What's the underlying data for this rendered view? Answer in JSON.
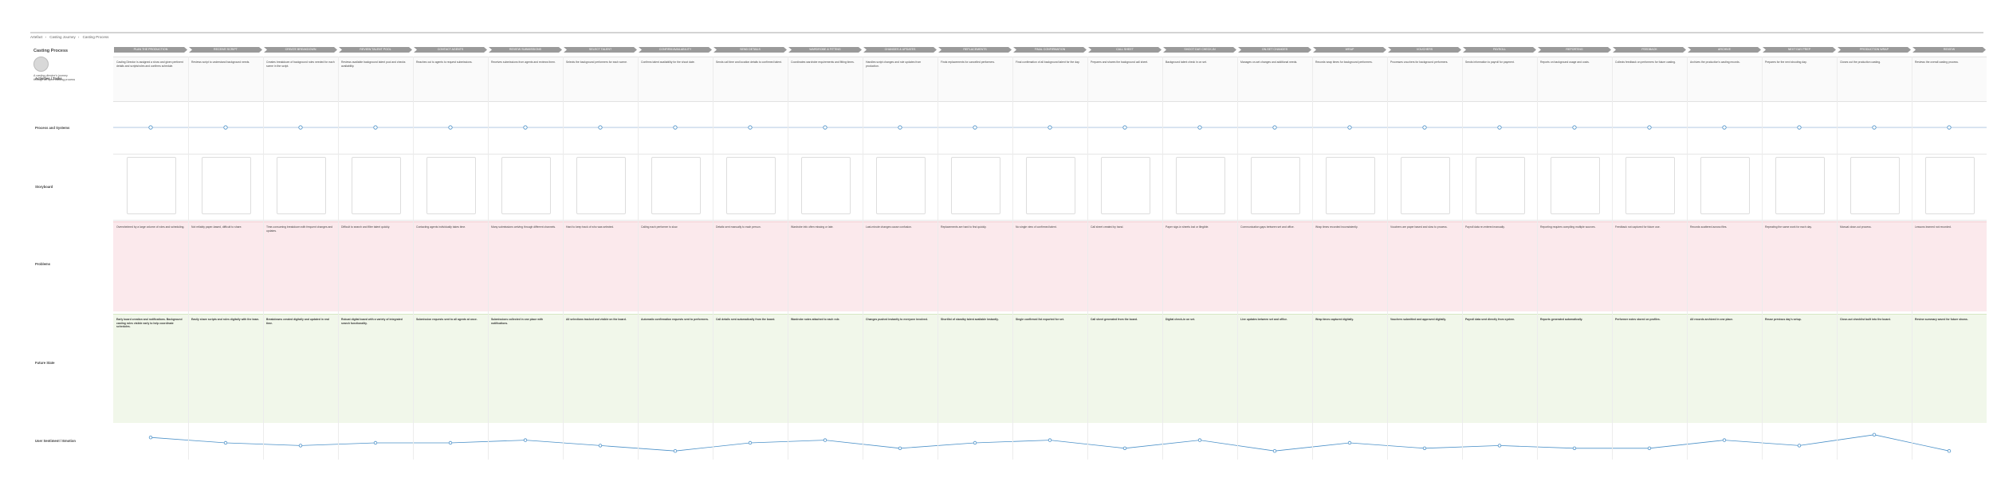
{
  "breadcrumb": [
    "Artefact",
    "Casting Journey",
    "Casting Process"
  ],
  "persona": {
    "title": "Casting Process",
    "description": "A casting director's journey through an open casting process"
  },
  "rows": {
    "user_story": "Activities / Tasks",
    "process_flow": "Process and Systems",
    "storyboard": "Storyboard",
    "problems": "Problems",
    "future": "Future State",
    "emotion": "User Sentiment / Emotion"
  },
  "icons": {
    "avatar": "person-avatar-icon",
    "stage": "arrow-chevron-icon",
    "node": "circle-node-icon"
  },
  "colors": {
    "problems_bg": "#fbe9ec",
    "future_bg": "#f1f7ea",
    "emotion_line": "#4a90c8",
    "stage_bar": "#9a9a9a"
  },
  "stages": [
    {
      "label": "PLAN THE PRODUCTION",
      "story": "Casting Director is assigned a show and given pertinent details and scripts/roles and confirms schedule.",
      "problem": "Overwhelmed by a large volume of roles and scheduling.",
      "future": "Early board creation and notifications. Background casting roles visible early to help coordinate schedules."
    },
    {
      "label": "RECEIVE SCRIPT",
      "story": "Reviews script to understand background needs.",
      "problem": "Not reliably paper-based, difficult to share.",
      "future": "Easily share scripts and roles digitally with the team."
    },
    {
      "label": "CREATE BREAKDOWN",
      "story": "Creates breakdown of background roles needed for each scene in the script.",
      "problem": "Time-consuming breakdown with frequent changes and updates.",
      "future": "Breakdowns created digitally and updated in real time."
    },
    {
      "label": "REVIEW TALENT POOL",
      "story": "Reviews available background talent pool and checks availability.",
      "problem": "Difficult to search and filter talent quickly.",
      "future": "Robust digital board with a variety of integrated search functionality."
    },
    {
      "label": "CONTACT AGENTS",
      "story": "Reaches out to agents to request submissions.",
      "problem": "Contacting agents individually takes time.",
      "future": "Submission requests sent to all agents at once."
    },
    {
      "label": "REVIEW SUBMISSIONS",
      "story": "Receives submissions from agents and reviews them.",
      "problem": "Many submissions arriving through different channels.",
      "future": "Submissions collected in one place with notifications."
    },
    {
      "label": "SELECT TALENT",
      "story": "Selects the background performers for each scene.",
      "problem": "Hard to keep track of who was selected.",
      "future": "All selections tracked and visible on the board."
    },
    {
      "label": "CONFIRM AVAILABILITY",
      "story": "Confirms talent availability for the shoot date.",
      "problem": "Calling each performer is slow.",
      "future": "Automatic confirmation requests sent to performers."
    },
    {
      "label": "SEND DETAILS",
      "story": "Sends call time and location details to confirmed talent.",
      "problem": "Details sent manually to each person.",
      "future": "Call details sent automatically from the board."
    },
    {
      "label": "WARDROBE & FITTING",
      "story": "Coordinates wardrobe requirements and fitting times.",
      "problem": "Wardrobe info often missing or late.",
      "future": "Wardrobe notes attached to each role."
    },
    {
      "label": "CHANGES & UPDATES",
      "story": "Handles script changes and role updates from production.",
      "problem": "Last-minute changes cause confusion.",
      "future": "Changes pushed instantly to everyone involved."
    },
    {
      "label": "REPLACEMENTS",
      "story": "Finds replacements for cancelled performers.",
      "problem": "Replacements are hard to find quickly.",
      "future": "Shortlist of standby talent available instantly."
    },
    {
      "label": "FINAL CONFIRMATION",
      "story": "Final confirmation of all background talent for the day.",
      "problem": "No single view of confirmed talent.",
      "future": "Single confirmed list exported for set."
    },
    {
      "label": "CALL SHEET",
      "story": "Prepares and shares the background call sheet.",
      "problem": "Call sheet created by hand.",
      "future": "Call sheet generated from the board."
    },
    {
      "label": "SHOOT DAY CHECK-IN",
      "story": "Background talent check in on set.",
      "problem": "Paper sign-in sheets lost or illegible.",
      "future": "Digital check-in on set."
    },
    {
      "label": "ON-SET CHANGES",
      "story": "Manages on-set changes and additional needs.",
      "problem": "Communication gaps between set and office.",
      "future": "Live updates between set and office."
    },
    {
      "label": "WRAP",
      "story": "Records wrap times for background performers.",
      "problem": "Wrap times recorded inconsistently.",
      "future": "Wrap times captured digitally."
    },
    {
      "label": "VOUCHERS",
      "story": "Processes vouchers for background performers.",
      "problem": "Vouchers are paper based and slow to process.",
      "future": "Vouchers submitted and approved digitally."
    },
    {
      "label": "PAYROLL",
      "story": "Sends information to payroll for payment.",
      "problem": "Payroll data re-entered manually.",
      "future": "Payroll data sent directly from system."
    },
    {
      "label": "REPORTING",
      "story": "Reports on background usage and costs.",
      "problem": "Reporting requires compiling multiple sources.",
      "future": "Reports generated automatically."
    },
    {
      "label": "FEEDBACK",
      "story": "Collects feedback on performers for future casting.",
      "problem": "Feedback not captured for future use.",
      "future": "Performer notes stored on profiles."
    },
    {
      "label": "ARCHIVE",
      "story": "Archives the production's casting records.",
      "problem": "Records scattered across files.",
      "future": "All records archived in one place."
    },
    {
      "label": "NEXT DAY PREP",
      "story": "Prepares for the next shooting day.",
      "problem": "Repeating the same work for each day.",
      "future": "Reuse previous day's setup."
    },
    {
      "label": "PRODUCTION WRAP",
      "story": "Closes out the production casting.",
      "problem": "Manual close-out process.",
      "future": "Close-out checklist built into the board."
    },
    {
      "label": "REVIEW",
      "story": "Reviews the overall casting process.",
      "problem": "Lessons learned not recorded.",
      "future": "Review summary saved for future shows."
    }
  ],
  "emotion": {
    "values": [
      0.7,
      0.5,
      0.4,
      0.5,
      0.5,
      0.6,
      0.4,
      0.2,
      0.5,
      0.6,
      0.3,
      0.5,
      0.6,
      0.3,
      0.6,
      0.2,
      0.5,
      0.3,
      0.4,
      0.3,
      0.3,
      0.6,
      0.4,
      0.8,
      0.2
    ]
  }
}
